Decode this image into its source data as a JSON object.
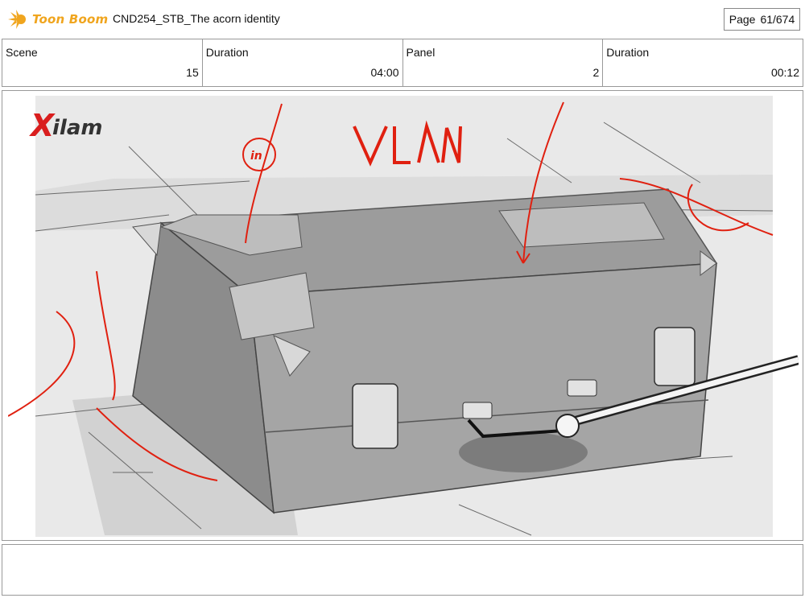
{
  "header": {
    "logo_text": "Toon Boom",
    "doc_title": "CND254_STB_The acorn identity",
    "page_label": "Page",
    "page_value": "61/674"
  },
  "info": {
    "scene_label": "Scene",
    "scene_value": "15",
    "duration1_label": "Duration",
    "duration1_value": "04:00",
    "panel_label": "Panel",
    "panel_value": "2",
    "duration2_label": "Duration",
    "duration2_value": "00:12"
  },
  "panel": {
    "studio_logo_x": "X",
    "studio_logo_rest": "ilam",
    "annotation_text": "VLAN",
    "circle_note": "in"
  },
  "notes": {
    "text": ""
  },
  "colors": {
    "brand_orange": "#f0a51e",
    "annotation_red": "#e02010",
    "sketch_gray": "#8f8f8f"
  }
}
